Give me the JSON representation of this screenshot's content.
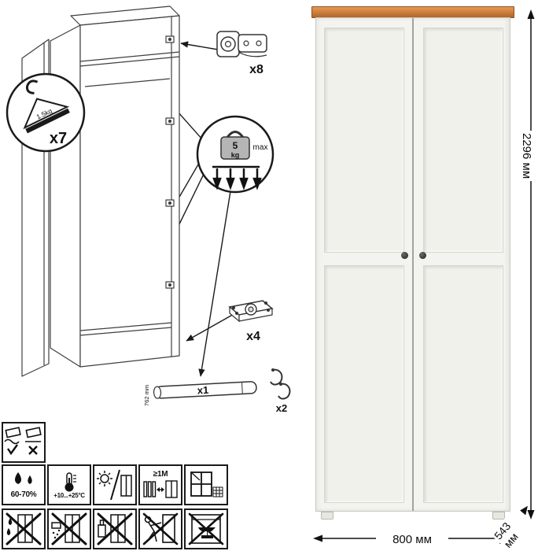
{
  "hardware": {
    "hangers": {
      "count": "x7",
      "capacity": "1.5kg"
    },
    "hinges": {
      "count": "x8"
    },
    "shelf_load": {
      "value": "5",
      "unit": "kg",
      "qualifier": "max"
    },
    "feet": {
      "count": "x4"
    },
    "rod": {
      "count": "x1",
      "length": "762 mm"
    },
    "hooks": {
      "count": "x2"
    }
  },
  "care": {
    "humidity": "60-70%",
    "temperature": "+10...+25°C",
    "heat_distance": "≥1M"
  },
  "dimensions": {
    "height": "2296 мм",
    "width": "800 мм",
    "depth": "543 мм"
  },
  "icon_names": [
    "hanger-icon",
    "hinge-icon",
    "weight-icon",
    "adjustable-foot-icon",
    "hanging-rod-icon",
    "hook-icon",
    "soft-surface-assembly-icon",
    "humidity-icon",
    "temperature-icon",
    "avoid-sunlight-icon",
    "heat-distance-icon",
    "ventilation-icon",
    "no-wet-cleaning-icon",
    "no-abrasives-icon",
    "no-solvents-icon",
    "no-dragging-icon",
    "no-heavy-load-icon"
  ],
  "colors": {
    "trim": "#cf8140",
    "body": "#f3f3ef",
    "knob": "#2a2a2a",
    "line": "#1a1a1a"
  }
}
